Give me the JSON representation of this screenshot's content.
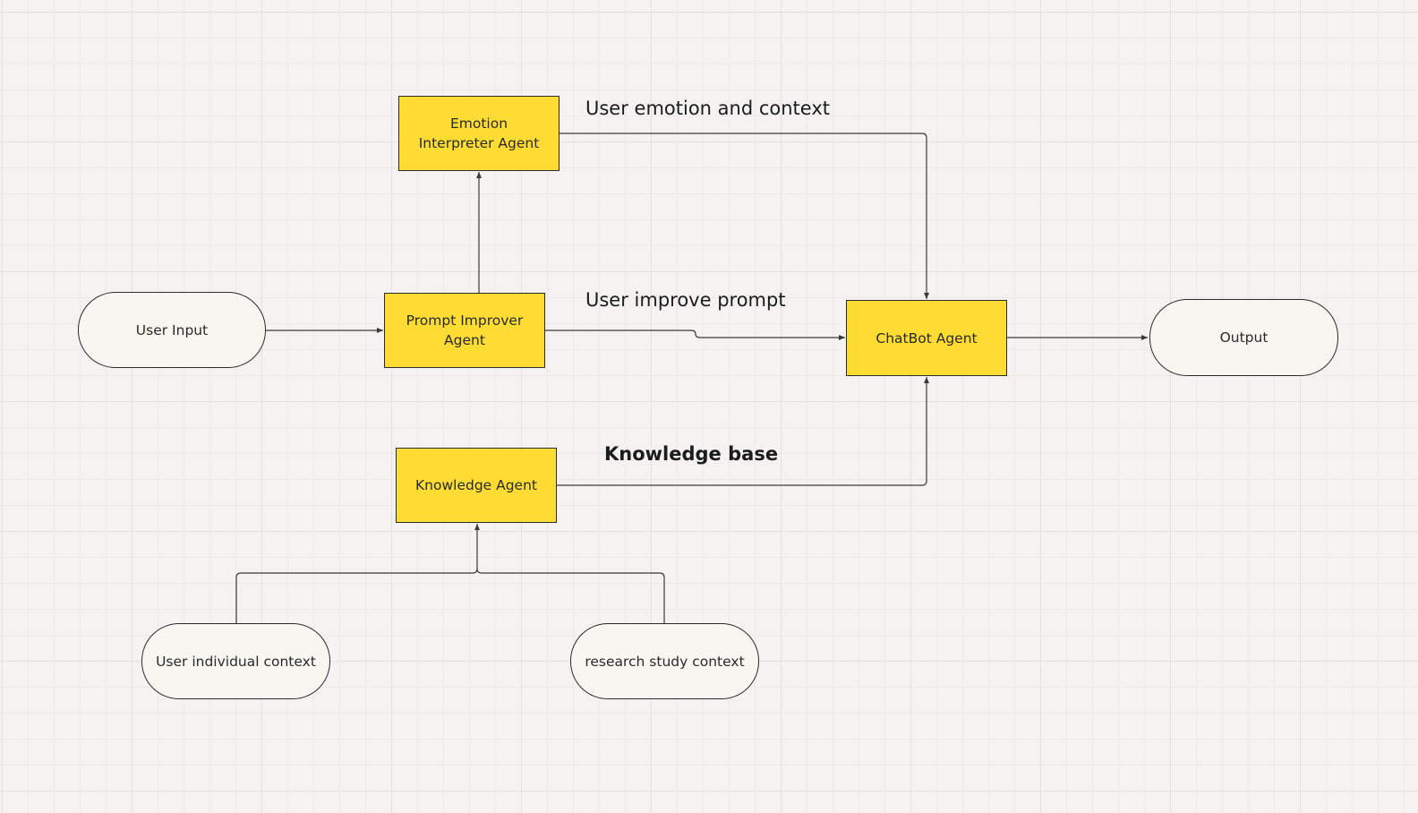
{
  "nodes": {
    "user_input": "User Input",
    "prompt_improver": "Prompt Improver Agent",
    "emotion_interpreter": "Emotion Interpreter Agent",
    "chatbot": "ChatBot Agent",
    "output": "Output",
    "knowledge": "Knowledge Agent",
    "user_context": "User individual context",
    "research_context": "research study context"
  },
  "edge_labels": {
    "emotion": "User emotion and context",
    "improve": "User improve prompt",
    "knowledge": "Knowledge base"
  },
  "colors": {
    "agent_fill": "#ffdc33",
    "terminal_fill": "#f8f6f1",
    "line": "#3a3a3a",
    "background": "#f4f3f1"
  }
}
